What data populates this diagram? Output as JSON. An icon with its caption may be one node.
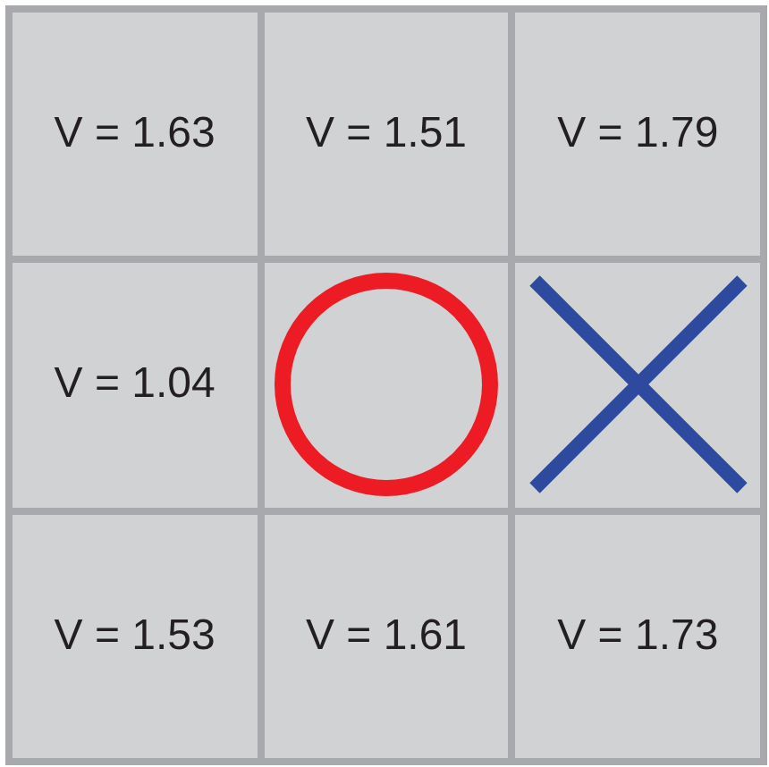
{
  "diagram": {
    "nodes": [
      {
        "text": [
          "V = 1.63"
        ]
      },
      {
        "text": [
          "V = 1.51"
        ]
      },
      {
        "text": [
          "V = 1.79"
        ]
      },
      {
        "text": [
          "V = 1.04"
        ]
      },
      {
        "text": [],
        "shape": "circle"
      },
      {
        "text": [],
        "shape": "cross"
      },
      {
        "text": [
          "V = 1.53"
        ]
      },
      {
        "text": [
          "V = 1.61"
        ]
      },
      {
        "text": [
          "V = 1.73"
        ]
      }
    ]
  }
}
